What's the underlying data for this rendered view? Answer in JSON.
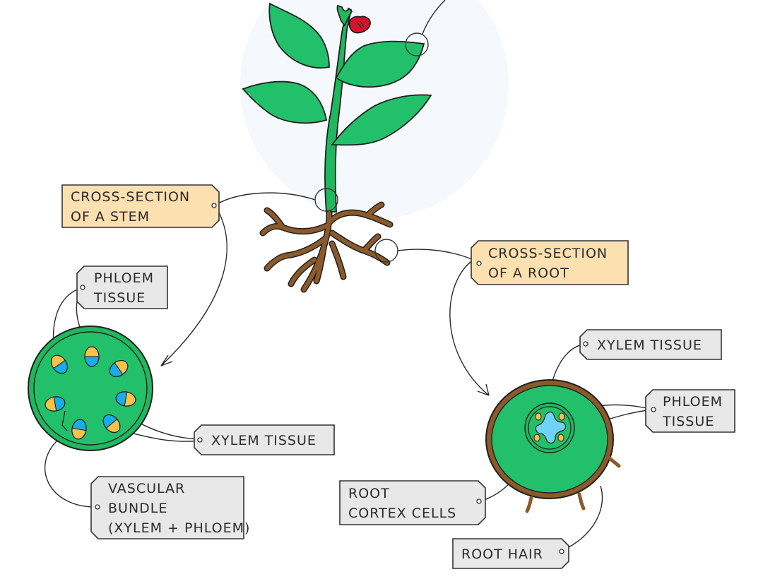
{
  "diagram": {
    "title": "Plant transport tissues: stem and root cross-sections",
    "colors": {
      "leaf_green": "#22c06a",
      "stem_green": "#1fb85f",
      "root_brown": "#8b5a2b",
      "flower_red": "#d3142b",
      "phloem_yellow": "#f7c24a",
      "xylem_blue": "#16aee8",
      "root_xylem_blue": "#6fd3f5",
      "main_tag_fill": "#fde0b0",
      "sub_tag_fill": "#e8e8e8"
    },
    "labels": {
      "stem_section": [
        "CROSS-SECTION",
        "OF A STEM"
      ],
      "root_section": [
        "CROSS-SECTION",
        "OF A ROOT"
      ],
      "stem_phloem": [
        "PHLOEM",
        "TISSUE"
      ],
      "stem_xylem": [
        "XYLEM  TISSUE"
      ],
      "vascular_bundle": [
        "VASCULAR",
        "BUNDLE",
        "(XYLEM + PHLOEM)"
      ],
      "root_xylem": [
        "XYLEM  TISSUE"
      ],
      "root_phloem": [
        "PHLOEM",
        "TISSUE"
      ],
      "root_cortex": [
        "ROOT",
        "CORTEX  CELLS"
      ],
      "root_hair": [
        "ROOT  HAIR"
      ]
    }
  }
}
